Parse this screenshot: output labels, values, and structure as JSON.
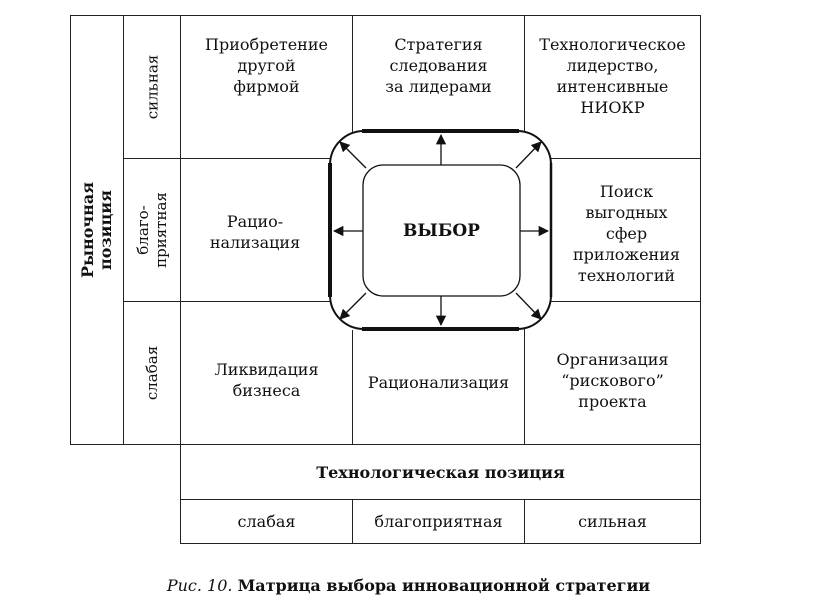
{
  "y_axis": {
    "title": "Рыночная позиция",
    "levels": [
      "сильная",
      "благо-\nприятная",
      "слабая"
    ]
  },
  "x_axis": {
    "title": "Технологическая позиция",
    "levels": [
      "слабая",
      "благоприятная",
      "сильная"
    ]
  },
  "cells": {
    "top_left": "Приобретение\nдругой\nфирмой",
    "top_center": "Стратегия\nследования\nза лидерами",
    "top_right": "Технологическое\nлидерство,\nинтенсивные\nНИОКР",
    "middle_left": "Рацио-\nнализация",
    "middle_right": "Поиск\nвыгодных\nсфер\nприложения\nтехнологий",
    "bottom_left": "Ликвидация\nбизнеса",
    "bottom_center": "Рационализация",
    "bottom_right": "Организация\n“рискового”\nпроекта"
  },
  "center_label": "ВЫБОР",
  "caption": {
    "prefix": "Рис. 10.",
    "title": "Матрица выбора инновационной стратегии"
  }
}
